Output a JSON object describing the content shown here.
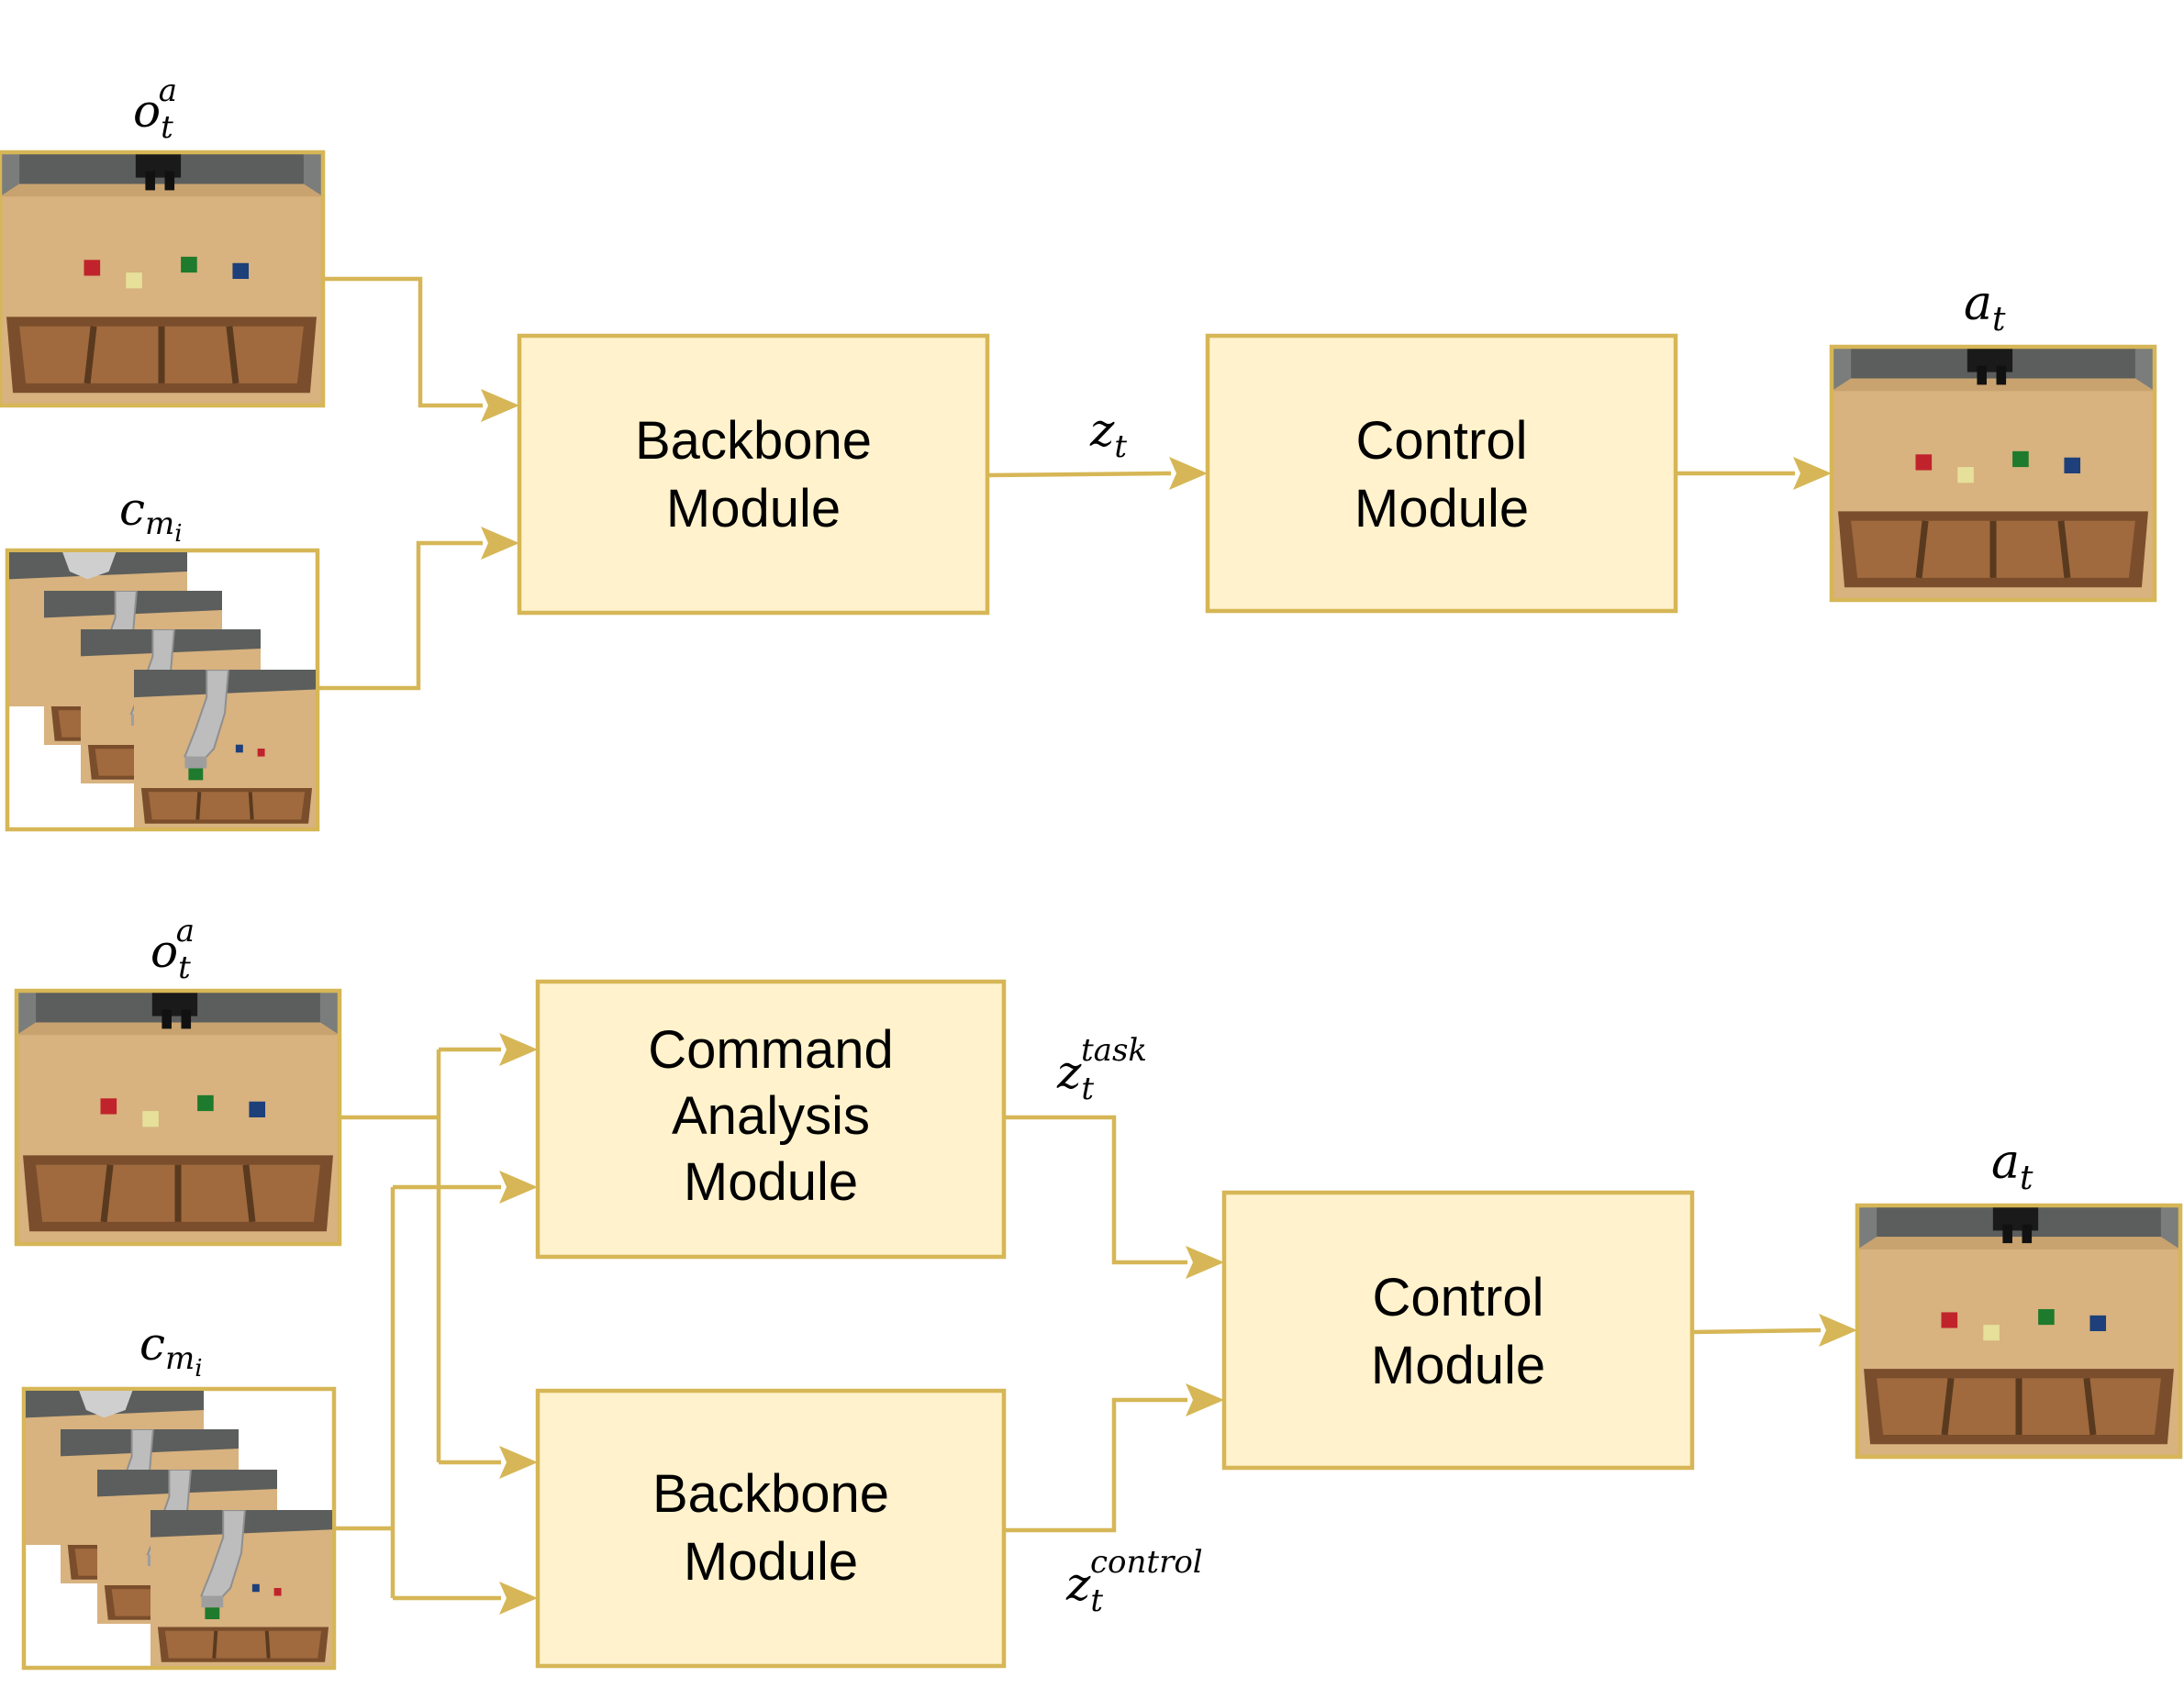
{
  "diagrams": [
    {
      "id": "top",
      "inputs": {
        "observation": {
          "base": "o",
          "sub": "t",
          "sup": "a"
        },
        "context": {
          "base": "c",
          "sub": "m",
          "subsub": "i"
        }
      },
      "modules": {
        "backbone": {
          "lines": [
            "Backbone",
            "Module"
          ]
        },
        "control": {
          "lines": [
            "Control",
            "Module"
          ]
        }
      },
      "signals": {
        "z": {
          "base": "z",
          "sub": "t"
        }
      },
      "output": {
        "base": "a",
        "sub": "t"
      }
    },
    {
      "id": "bottom",
      "inputs": {
        "observation": {
          "base": "o",
          "sub": "t",
          "sup": "a"
        },
        "context": {
          "base": "c",
          "sub": "m",
          "subsub": "i"
        }
      },
      "modules": {
        "command": {
          "lines": [
            "Command",
            "Analysis",
            "Module"
          ]
        },
        "backbone": {
          "lines": [
            "Backbone",
            "Module"
          ]
        },
        "control": {
          "lines": [
            "Control",
            "Module"
          ]
        }
      },
      "signals": {
        "z_task": {
          "base": "z",
          "sub": "t",
          "sup": "task"
        },
        "z_control": {
          "base": "z",
          "sub": "t",
          "sup": "control"
        }
      },
      "output": {
        "base": "a",
        "sub": "t"
      }
    }
  ],
  "colors": {
    "accent": "#d6b656",
    "box_fill": "#fff2cc",
    "table": "#d8b27f",
    "wall": "#5b5e5c",
    "tray": "#7a4e2c",
    "cube_red": "#c0232b",
    "cube_green": "#1e7a2c",
    "cube_blue": "#1d3f7a",
    "cube_yellow": "#e6e09a",
    "robot": "#bdbdbd"
  }
}
